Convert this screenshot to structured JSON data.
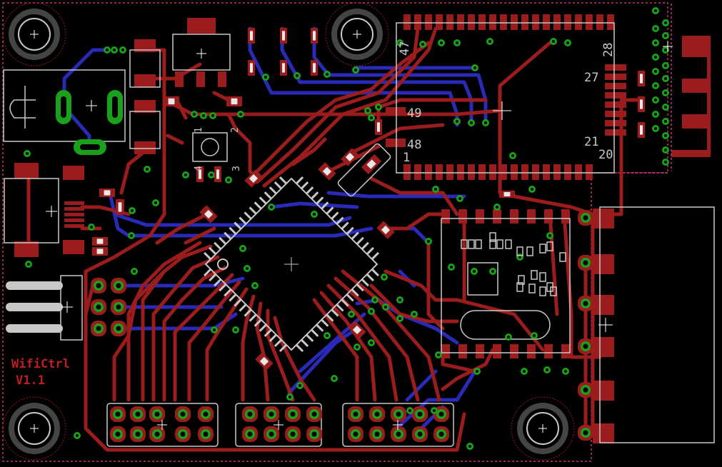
{
  "board": {
    "silk_name": "WifiCtrl",
    "silk_version": "V1.1"
  },
  "module_pin_labels": [
    "47",
    "28",
    "27",
    "49",
    "48",
    "1",
    "21",
    "20"
  ],
  "trimmer_pin_labels": [
    "1",
    "2",
    "3",
    "4"
  ],
  "colors": {
    "background": "#000000",
    "top_copper": "#9b1c1c",
    "bottom_copper": "#2a2ab8",
    "via": "#1aa01a",
    "silk": "#c8c8c8",
    "dimension": "#c8347a"
  }
}
